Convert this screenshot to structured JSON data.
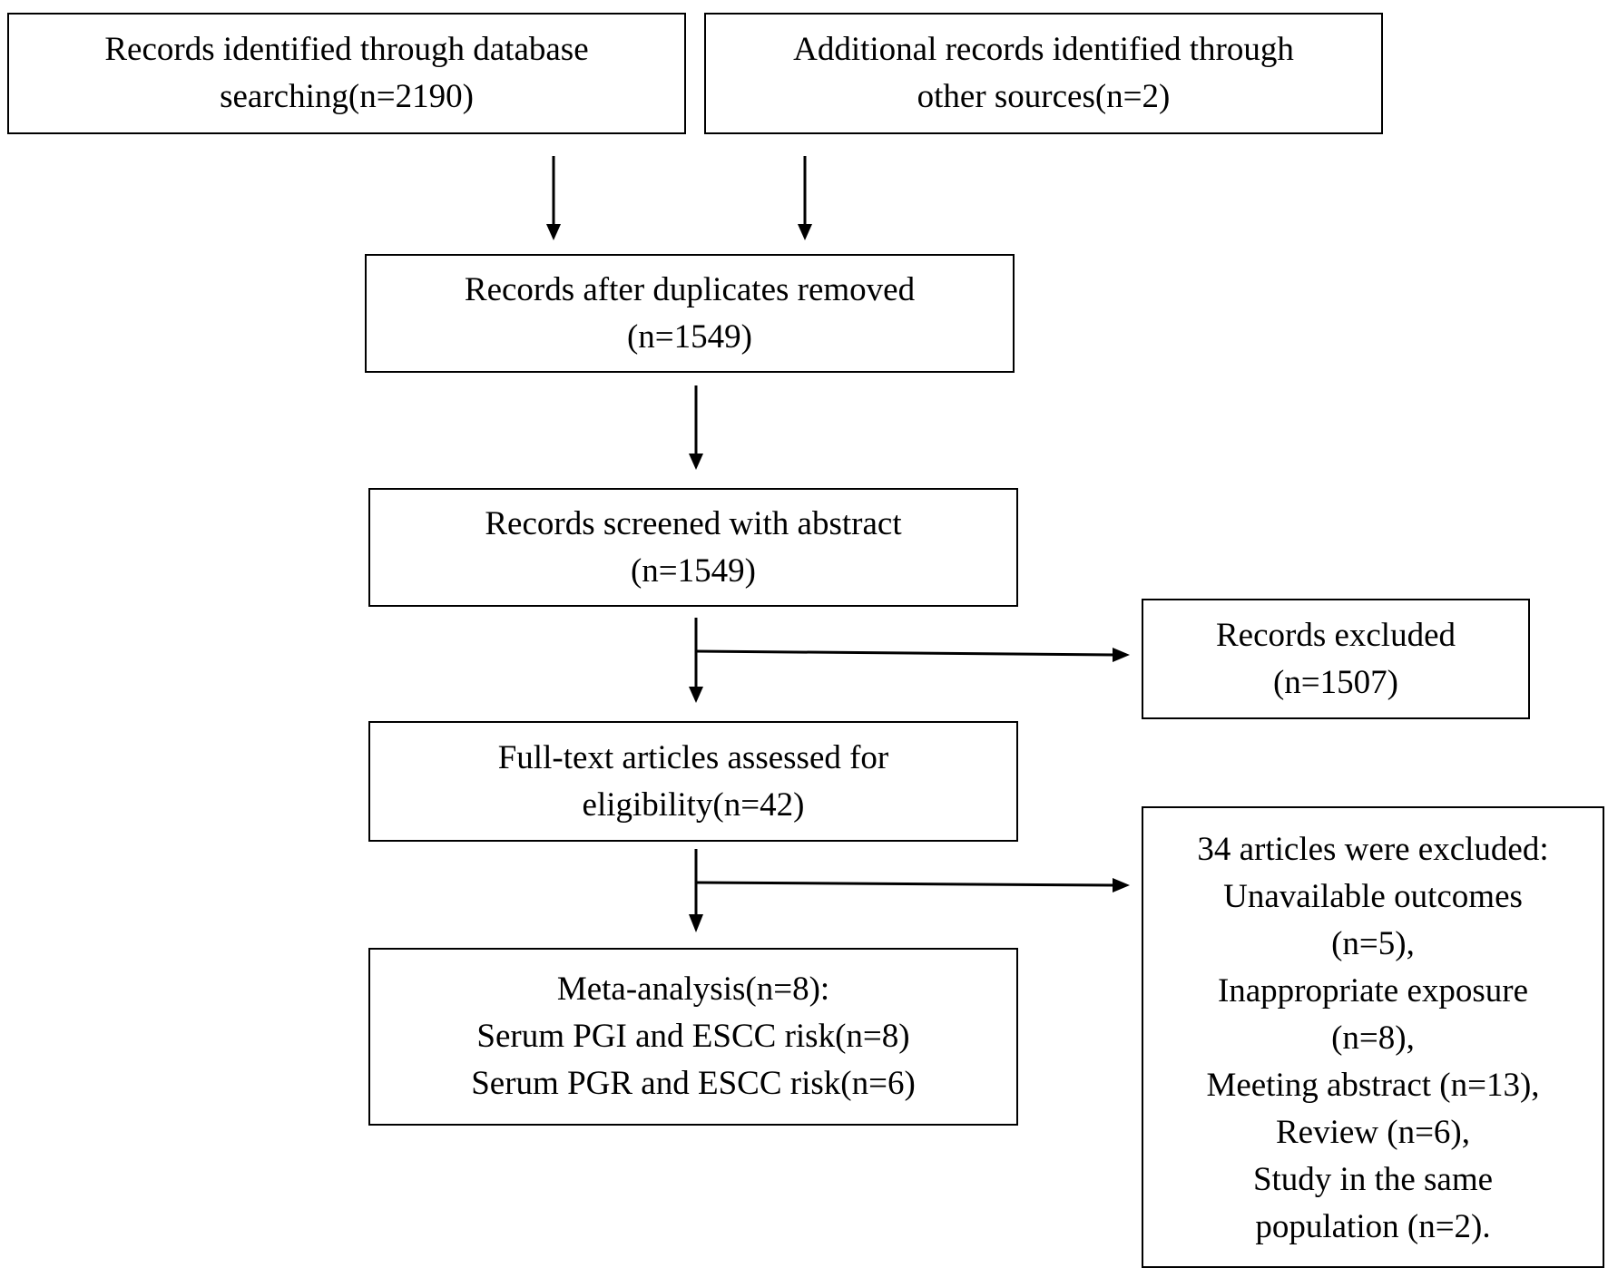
{
  "boxes": {
    "identified_db": {
      "line1": "Records identified through database",
      "line2": "searching(n=2190)"
    },
    "identified_other": {
      "line1": "Additional records identified through",
      "line2": "other sources(n=2)"
    },
    "after_duplicates": {
      "line1": "Records after duplicates removed",
      "line2": "(n=1549)"
    },
    "screened": {
      "line1": "Records screened with abstract",
      "line2": "(n=1549)"
    },
    "excluded": {
      "line1": "Records excluded",
      "line2": "(n=1507)"
    },
    "full_text": {
      "line1": "Full-text articles assessed for",
      "line2": "eligibility(n=42)"
    },
    "articles_excluded": {
      "lines": [
        "34 articles were excluded:",
        "Unavailable outcomes",
        "(n=5),",
        "Inappropriate exposure",
        "(n=8),",
        "Meeting abstract (n=13),",
        "Review (n=6),",
        "Study in the same",
        "population (n=2)."
      ]
    },
    "meta_analysis": {
      "line1": "Meta-analysis(n=8):",
      "line2": "Serum PGI and ESCC risk(n=8)",
      "line3": "Serum PGR and ESCC risk(n=6)"
    }
  }
}
